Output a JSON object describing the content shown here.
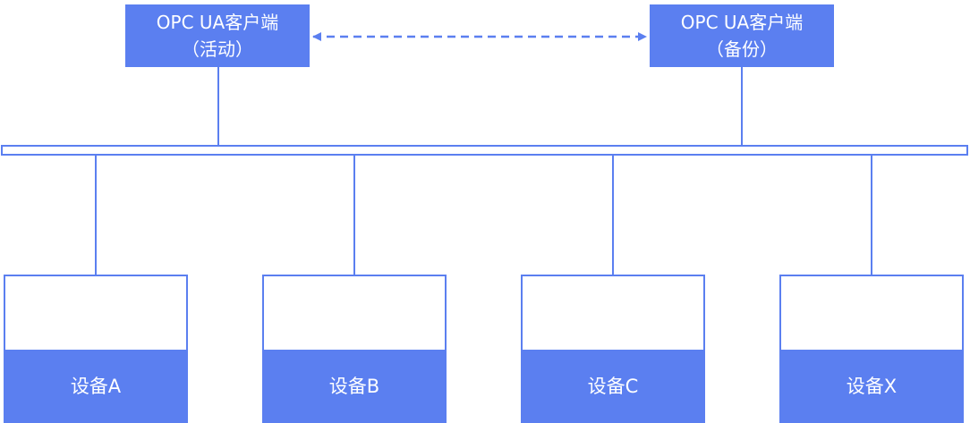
{
  "colors": {
    "accent": "#5b7ff0",
    "text_on_accent": "#ffffff",
    "background": "#ffffff"
  },
  "clients": {
    "active": {
      "line1": "OPC UA客户端",
      "line2": "（活动）"
    },
    "backup": {
      "line1": "OPC UA客户端",
      "line2": "（备份）"
    }
  },
  "devices": [
    {
      "label": "设备A"
    },
    {
      "label": "设备B"
    },
    {
      "label": "设备C"
    },
    {
      "label": "设备X"
    }
  ],
  "connections": {
    "redundancy_link": "dashed-bidirectional-arrow",
    "bus": "horizontal-network-bus"
  }
}
